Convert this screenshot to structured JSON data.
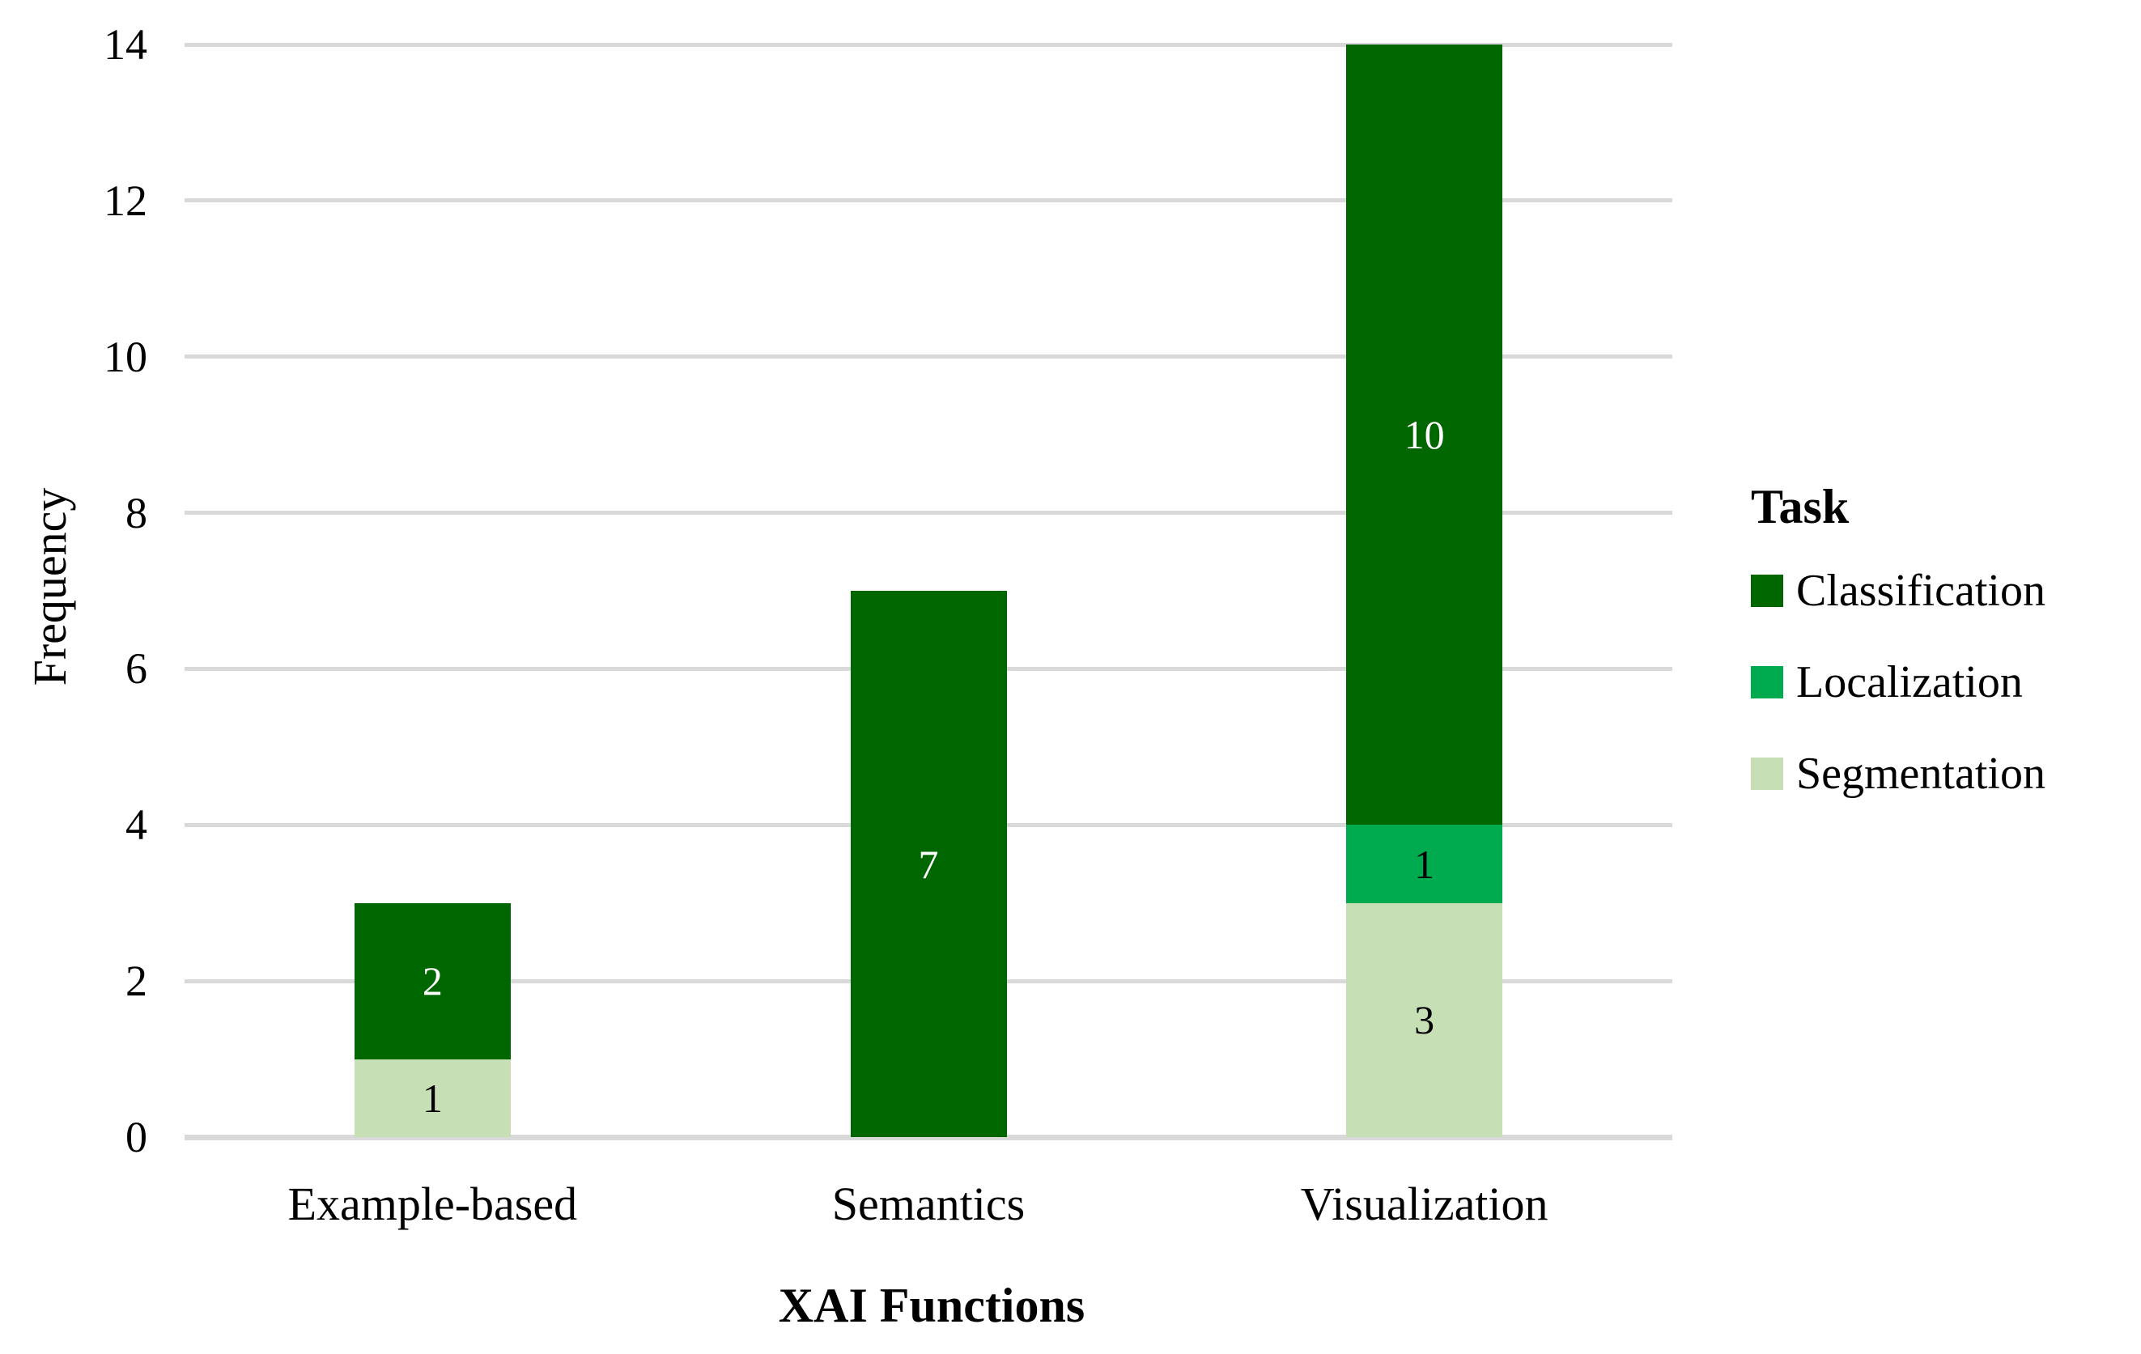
{
  "chart_data": {
    "type": "bar",
    "stacked": true,
    "xlabel": "XAI Functions",
    "ylabel": "Frequency",
    "categories": [
      "Example-based",
      "Semantics",
      "Visualization"
    ],
    "series": [
      {
        "name": "Segmentation",
        "color": "#c6dfb4",
        "label_color": "#000000",
        "values": [
          1,
          0,
          3
        ]
      },
      {
        "name": "Localization",
        "color": "#00ab50",
        "label_color": "#000000",
        "values": [
          0,
          0,
          1
        ]
      },
      {
        "name": "Classification",
        "color": "#006600",
        "label_color": "#ffffff",
        "values": [
          2,
          7,
          10
        ]
      }
    ],
    "totals": [
      3,
      7,
      14
    ],
    "ylim": [
      0,
      14
    ],
    "yticks": [
      0,
      2,
      4,
      6,
      8,
      10,
      12,
      14
    ],
    "grid": true,
    "gridline_color": "#d9d9d9",
    "legend": {
      "title": "Task",
      "position": "right",
      "entries": [
        {
          "label": "Classification",
          "color": "#006600"
        },
        {
          "label": "Localization",
          "color": "#00ab50"
        },
        {
          "label": "Segmentation",
          "color": "#c6dfb4"
        }
      ]
    }
  }
}
